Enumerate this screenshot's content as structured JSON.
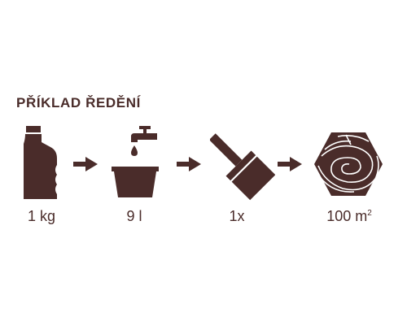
{
  "title": "PŘÍKLAD ŘEDĚNÍ",
  "colors": {
    "primary": "#4a2c2a",
    "background": "#ffffff"
  },
  "steps": [
    {
      "icon": "bottle-icon",
      "label": "1 kg",
      "unit_sup": ""
    },
    {
      "icon": "water-tap-bucket-icon",
      "label": "9 l",
      "unit_sup": ""
    },
    {
      "icon": "paint-brush-icon",
      "label": "1x",
      "unit_sup": ""
    },
    {
      "icon": "wood-surface-icon",
      "label": "100 m",
      "unit_sup": "2"
    }
  ],
  "arrows": [
    "arrow-right-icon",
    "arrow-right-icon",
    "arrow-right-icon"
  ]
}
